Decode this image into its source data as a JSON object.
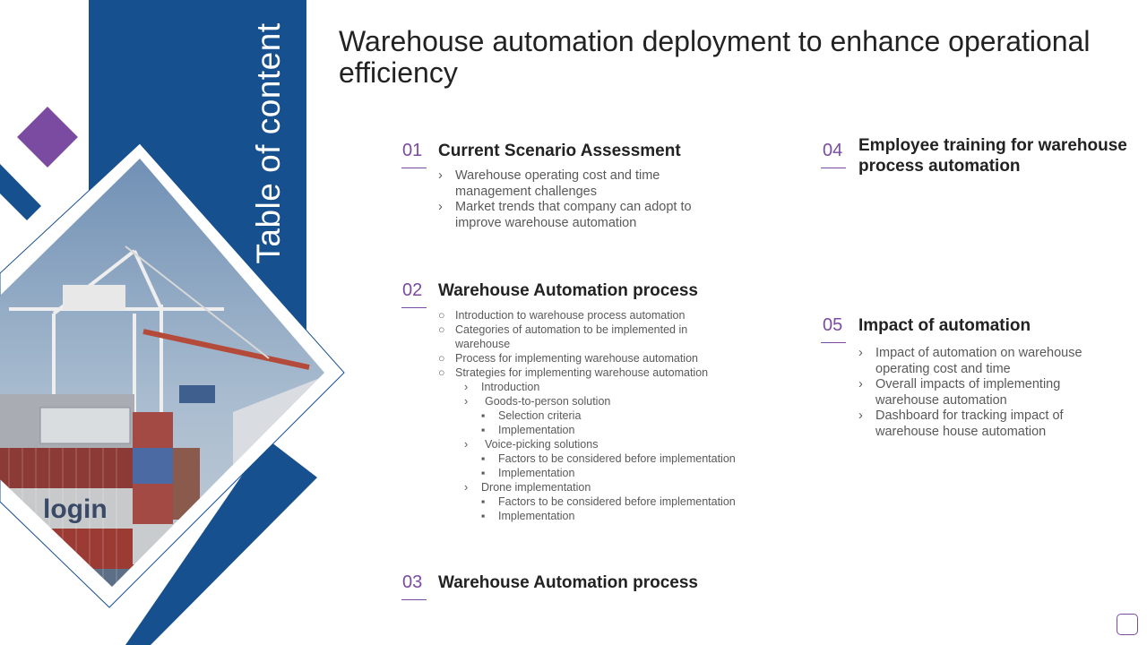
{
  "side_title": "Table of content",
  "title": "Warehouse automation deployment to enhance operational efficiency",
  "sections": [
    {
      "num": "01",
      "title": "Current Scenario Assessment",
      "items": [
        "Warehouse operating cost and time management challenges",
        "Market trends that company can adopt to improve warehouse automation"
      ]
    },
    {
      "num": "02",
      "title": "Warehouse Automation process",
      "items": [
        "Introduction to warehouse  process automation",
        "Categories of automation to be implemented in warehouse",
        "Process for implementing warehouse  automation",
        "Strategies for implementing warehouse  automation",
        "Introduction",
        "Goods-to-person  solution",
        "Selection criteria",
        "Implementation",
        "Voice-picking solutions",
        "Factors to be considered before  implementation",
        "Implementation",
        "Drone  implementation",
        "Factors to be considered before  implementation",
        "Implementation"
      ]
    },
    {
      "num": "03",
      "title": "Warehouse Automation process"
    },
    {
      "num": "04",
      "title": "Employee training for warehouse process automation"
    },
    {
      "num": "05",
      "title": "Impact of automation",
      "items": [
        "Impact of automation on warehouse operating cost and time",
        "Overall impacts of implementing warehouse automation",
        "Dashboard for tracking impact of warehouse house automation"
      ]
    }
  ],
  "photo_text": "login",
  "colors": {
    "blue": "#17508f",
    "purple": "#7a4ba0"
  }
}
